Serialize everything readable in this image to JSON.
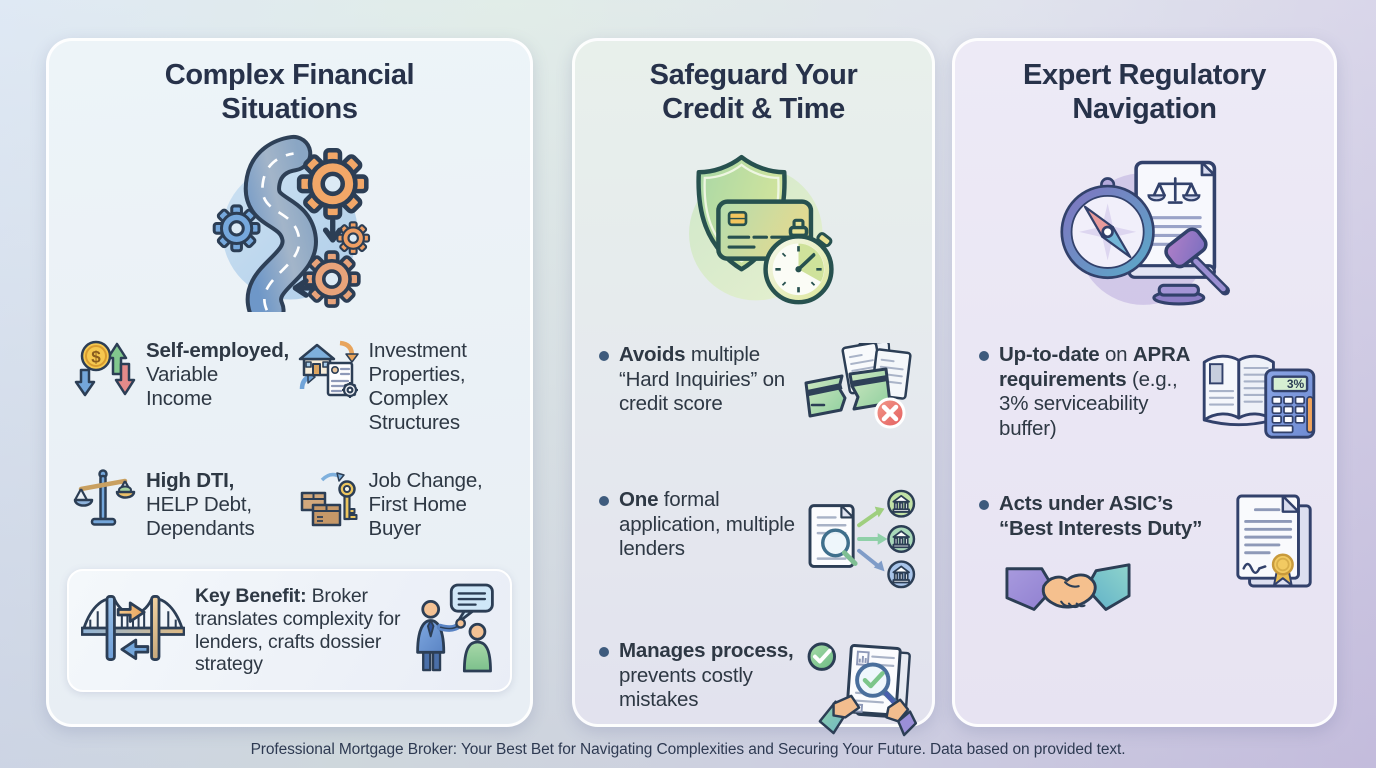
{
  "palette": {
    "title_text": "#27324a",
    "body_text": "#2e3844",
    "bullet_dot": "#3e5b7d",
    "accent_blue": "#74a6da",
    "accent_orange": "#eda45f",
    "accent_green": "#8fcf9e",
    "accent_lavender": "#9b8fd2",
    "alert_red": "#e45f5f",
    "bg_left": "#d8e4f2",
    "bg_middle": "#dbe9e3",
    "bg_right": "#cdc6e3"
  },
  "columns": [
    {
      "title": "Complex Financial Situations",
      "hero_icon": "winding-road-gears-icon",
      "grid_items": [
        {
          "icon": "coin-fluctuation-icon",
          "icon_label": "$",
          "segments": [
            {
              "t": "Self-employed,",
              "b": true
            },
            {
              "t": " Variable Income",
              "b": false
            }
          ]
        },
        {
          "icon": "property-structures-icon",
          "segments": [
            {
              "t": "Investment Properties, Complex Structures",
              "b": false
            }
          ]
        },
        {
          "icon": "balance-scale-icon",
          "segments": [
            {
              "t": "High DTI,",
              "b": true
            },
            {
              "t": " HELP Debt, Dependants",
              "b": false
            }
          ]
        },
        {
          "icon": "boxes-key-icon",
          "segments": [
            {
              "t": "Job Change, First Home Buyer",
              "b": false
            }
          ]
        }
      ],
      "key_benefit": {
        "segments": [
          {
            "t": "Key Benefit:",
            "b": true
          },
          {
            "t": " Broker translates complexity for lenders, crafts dossier strategy",
            "b": false
          }
        ]
      }
    },
    {
      "title": "Safeguard Your Credit & Time",
      "hero_icon": "shield-card-stopwatch-icon",
      "bullets": [
        {
          "icon": "broken-credit-card-icon",
          "segments": [
            {
              "t": "Avoids",
              "b": true
            },
            {
              "t": " multiple “Hard Inquiries” on credit score",
              "b": false
            }
          ]
        },
        {
          "icon": "application-to-lenders-icon",
          "segments": [
            {
              "t": "One",
              "b": true
            },
            {
              "t": " formal application, multiple lenders",
              "b": false
            }
          ]
        },
        {
          "icon": "process-review-check-icon",
          "segments": [
            {
              "t": "Manages process,",
              "b": true
            },
            {
              "t": " prevents costly mistakes",
              "b": false
            }
          ]
        }
      ]
    },
    {
      "title": "Expert Regulatory Navigation",
      "hero_icon": "compass-scroll-gavel-icon",
      "bullets": [
        {
          "icon": "book-calculator-icon",
          "icon_label": "3%",
          "segments": [
            {
              "t": "Up-to-date",
              "b": true
            },
            {
              "t": " on ",
              "b": false
            },
            {
              "t": "APRA requirements",
              "b": true
            },
            {
              "t": " (e.g., 3% serviceability buffer)",
              "b": false
            }
          ]
        },
        {
          "icon": "certificate-icon",
          "extra_icon": "handshake-icon",
          "segments": [
            {
              "t": "Acts under ASIC’s “Best Interests Duty”",
              "b": true
            }
          ]
        }
      ]
    }
  ],
  "footer": {
    "caption": "Professional Mortgage Broker: Your Best Bet for Navigating Complexities and Securing Your Future. Data based on provided text."
  }
}
